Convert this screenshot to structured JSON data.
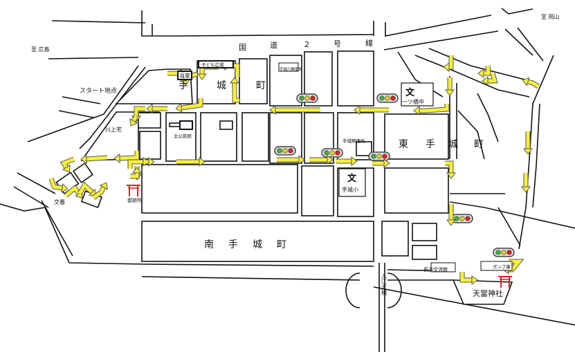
{
  "map": {
    "destinations": {
      "east": "至 岡山",
      "west": "至 広島"
    },
    "national_road": [
      "国",
      "道",
      "2",
      "号",
      "線"
    ],
    "districts": {
      "teshiro": [
        "手",
        "城",
        "町"
      ],
      "higashi_teshiro": [
        "東",
        "手",
        "城",
        "町"
      ],
      "minami_teshiro": [
        "南",
        "手",
        "城",
        "町"
      ]
    },
    "places": {
      "home": "当家",
      "kids_square": "子ども広場",
      "teshiro_roku_post": "手城六郵便局",
      "start": "スタート地点",
      "kawakami": "川上宅",
      "kita_kouminkan": "北公民館",
      "school_symbol": "文",
      "hitotsubashi_jhs": "一ツ橋中",
      "teshiro_post": "手城郵便局",
      "teshiro_es": "手城小",
      "koban": "交番",
      "otabisho": "御旅所",
      "irie_bridge": "入江大橋",
      "nagahama_center": "長浜交流館",
      "pump_house": "ポンプ庫",
      "shrine": "天當神社"
    },
    "colors": {
      "arrow": "#f7f03a",
      "torii": "#e02020",
      "signal_green": "#3bb33b",
      "signal_yellow": "#e8d020",
      "signal_red": "#e02020"
    }
  }
}
